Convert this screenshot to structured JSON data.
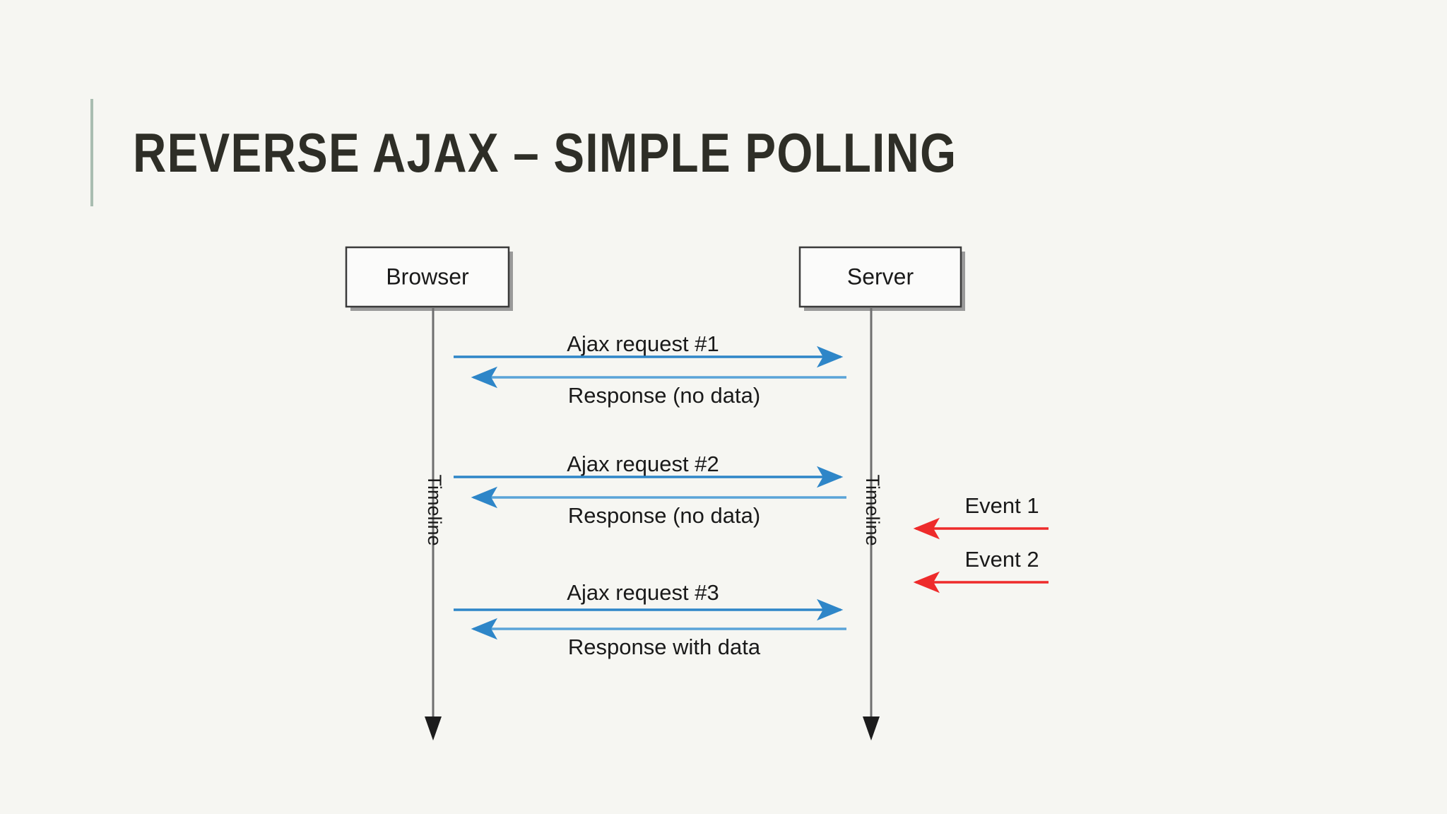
{
  "slide": {
    "title": "Reverse Ajax – Simple polling",
    "background_color": "#f6f6f2",
    "accent_color": "#a9bdb1"
  },
  "diagram": {
    "type": "sequence-diagram",
    "request_color": "#2e86c8",
    "event_color": "#ee2b2b",
    "lifeline_color": "#6f6f6f",
    "participants": [
      {
        "id": "browser",
        "label": "Browser",
        "timeline_label": "Timeline"
      },
      {
        "id": "server",
        "label": "Server",
        "timeline_label": "Timeline"
      }
    ],
    "messages": [
      {
        "id": "req1",
        "label": "Ajax request #1",
        "direction": "browser-to-server",
        "color": "#2e86c8"
      },
      {
        "id": "resp1",
        "label": "Response (no data)",
        "direction": "server-to-browser",
        "color": "#2e86c8"
      },
      {
        "id": "req2",
        "label": "Ajax request #2",
        "direction": "browser-to-server",
        "color": "#2e86c8"
      },
      {
        "id": "resp2",
        "label": "Response (no data)",
        "direction": "server-to-browser",
        "color": "#2e86c8"
      },
      {
        "id": "req3",
        "label": "Ajax request #3",
        "direction": "browser-to-server",
        "color": "#2e86c8"
      },
      {
        "id": "resp3",
        "label": "Response with data",
        "direction": "server-to-browser",
        "color": "#2e86c8"
      }
    ],
    "events": [
      {
        "id": "event1",
        "label": "Event 1",
        "direction": "external-to-server",
        "color": "#ee2b2b"
      },
      {
        "id": "event2",
        "label": "Event 2",
        "direction": "external-to-server",
        "color": "#ee2b2b"
      }
    ]
  }
}
